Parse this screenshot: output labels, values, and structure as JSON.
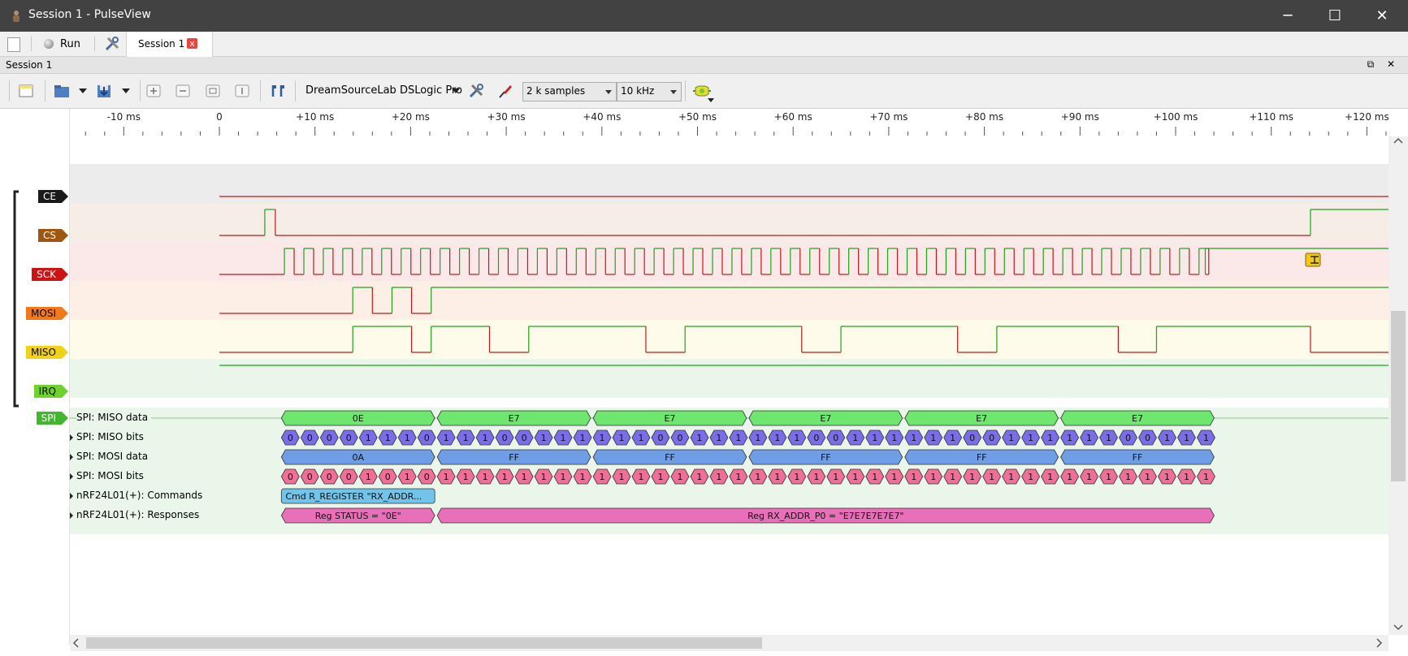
{
  "window": {
    "title": "Session 1 - PulseView",
    "minimize": "─",
    "maximize": "☐",
    "close": "✕"
  },
  "tabbar": {
    "run_label": "Run",
    "tab_label": "Session 1",
    "tab_close": "x"
  },
  "session": {
    "header": "Session 1",
    "dock_buttons": "⧉ ✕"
  },
  "toolbar": {
    "device": "DreamSourceLab DSLogic Pro",
    "samples": "2 k samples",
    "rate": "10 kHz"
  },
  "ruler": {
    "labels": [
      "-10 ms",
      "0",
      "+10 ms",
      "+20 ms",
      "+30 ms",
      "+40 ms",
      "+50 ms",
      "+60 ms",
      "+70 ms",
      "+80 ms",
      "+90 ms",
      "+100 ms",
      "+110 ms",
      "+120 ms"
    ],
    "ms_values": [
      -10,
      0,
      10,
      20,
      30,
      40,
      50,
      60,
      70,
      80,
      90,
      100,
      110,
      120
    ]
  },
  "channels": [
    {
      "name": "CE",
      "color": "#1a1a1a",
      "text": "#ffffff",
      "bg": "#ececec"
    },
    {
      "name": "CS",
      "color": "#a0560e",
      "text": "#ffffff",
      "bg": "#f6ede6"
    },
    {
      "name": "SCK",
      "color": "#cc1414",
      "text": "#ffffff",
      "bg": "#fbe8e8"
    },
    {
      "name": "MOSI",
      "color": "#f07a1a",
      "text": "#000000",
      "bg": "#fdeee6"
    },
    {
      "name": "MISO",
      "color": "#f0d21a",
      "text": "#000000",
      "bg": "#fefbea"
    },
    {
      "name": "IRQ",
      "color": "#6fd12c",
      "text": "#000000",
      "bg": "#eaf6ea"
    }
  ],
  "decoder": {
    "tag": "SPI",
    "tag_color": "#43b62f",
    "rows": [
      {
        "label": "SPI: MISO data",
        "expand": false
      },
      {
        "label": "SPI: MISO bits",
        "expand": true
      },
      {
        "label": "SPI: MOSI data",
        "expand": true
      },
      {
        "label": "SPI: MOSI bits",
        "expand": true
      },
      {
        "label": "nRF24L01(+): Commands",
        "expand": true
      },
      {
        "label": "nRF24L01(+): Responses",
        "expand": true
      }
    ],
    "miso_data": [
      "0E",
      "E7",
      "E7",
      "E7",
      "E7",
      "E7"
    ],
    "miso_bits": [
      [
        "0",
        "0",
        "0",
        "0",
        "1",
        "1",
        "1",
        "0"
      ],
      [
        "1",
        "1",
        "1",
        "0",
        "0",
        "1",
        "1",
        "1"
      ],
      [
        "1",
        "1",
        "1",
        "0",
        "0",
        "1",
        "1",
        "1"
      ],
      [
        "1",
        "1",
        "1",
        "0",
        "0",
        "1",
        "1",
        "1"
      ],
      [
        "1",
        "1",
        "1",
        "0",
        "0",
        "1",
        "1",
        "1"
      ],
      [
        "1",
        "1",
        "1",
        "0",
        "0",
        "1",
        "1",
        "1"
      ]
    ],
    "mosi_data": [
      "0A",
      "FF",
      "FF",
      "FF",
      "FF",
      "FF"
    ],
    "mosi_bits": [
      [
        "0",
        "0",
        "0",
        "0",
        "1",
        "0",
        "1",
        "0"
      ],
      [
        "1",
        "1",
        "1",
        "1",
        "1",
        "1",
        "1",
        "1"
      ],
      [
        "1",
        "1",
        "1",
        "1",
        "1",
        "1",
        "1",
        "1"
      ],
      [
        "1",
        "1",
        "1",
        "1",
        "1",
        "1",
        "1",
        "1"
      ],
      [
        "1",
        "1",
        "1",
        "1",
        "1",
        "1",
        "1",
        "1"
      ],
      [
        "1",
        "1",
        "1",
        "1",
        "1",
        "1",
        "1",
        "1"
      ]
    ],
    "command": "Cmd R_REGISTER \"RX_ADDR...",
    "responses": [
      "Reg STATUS = \"0E\"",
      "Reg RX_ADDR_P0 = \"E7E7E7E7E7\""
    ],
    "colors": {
      "miso_data": "#6fe66f",
      "miso_bits": "#7a6ee8",
      "mosi_data": "#6f9de6",
      "mosi_bits": "#ef6f98",
      "command": "#72c4ea",
      "response": "#e86fb8"
    }
  }
}
